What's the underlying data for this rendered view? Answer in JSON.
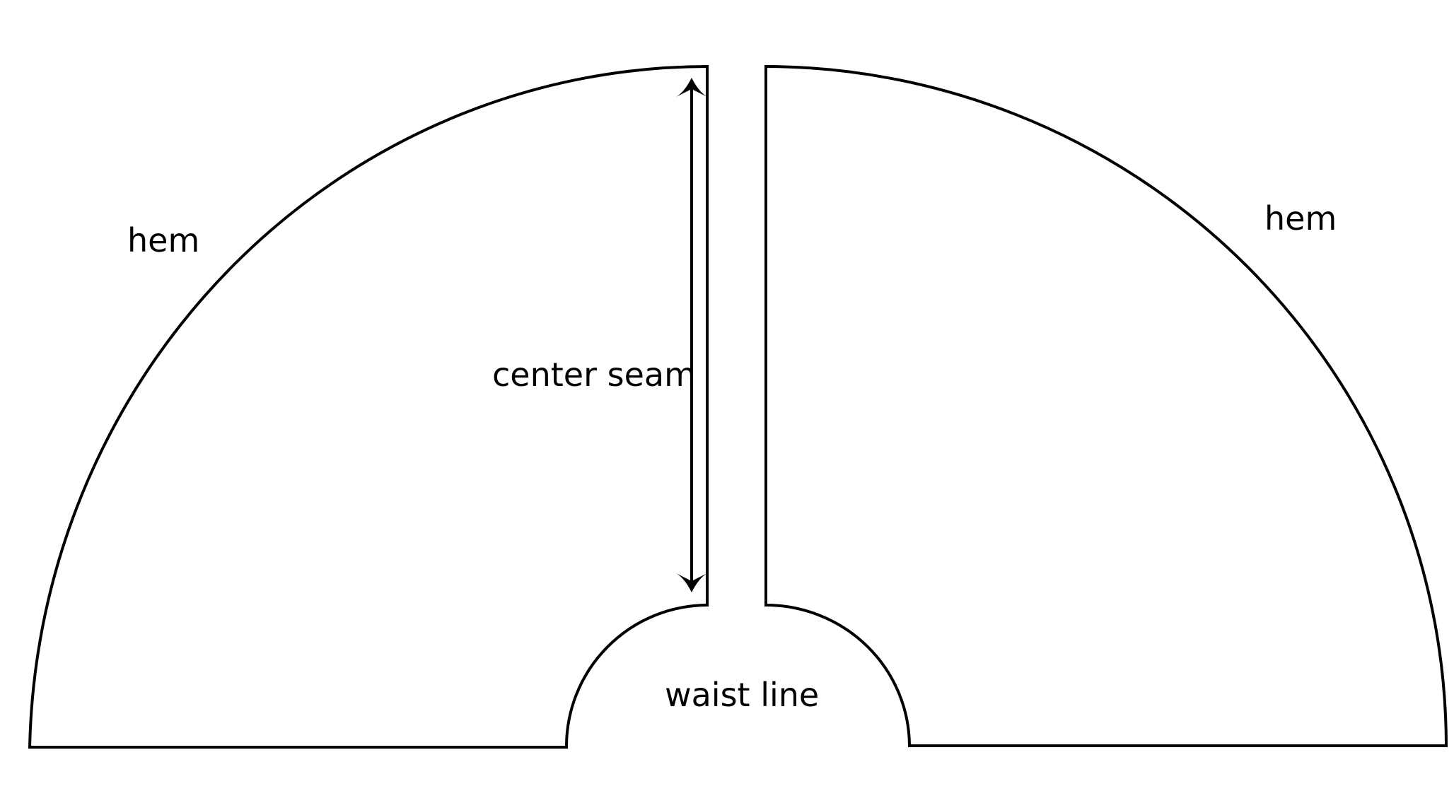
{
  "labels": {
    "hem_left": "hem",
    "hem_right": "hem",
    "center_seam": "center seam",
    "waist_line": "waist line"
  },
  "colors": {
    "line": "#000000",
    "background": "#ffffff"
  }
}
